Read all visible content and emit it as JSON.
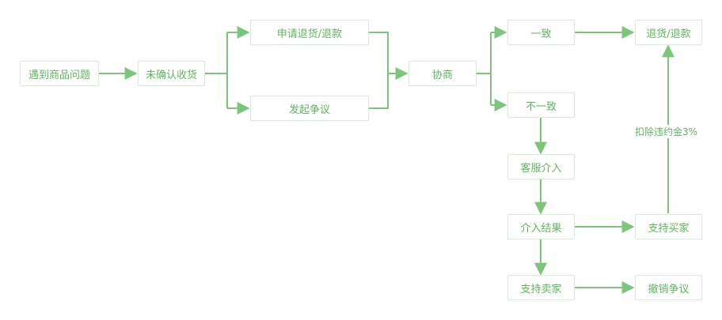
{
  "colors": {
    "line": "#7cc67c",
    "node_border": "#d8eed8",
    "text": "#5cb85c"
  },
  "nodes": {
    "encounter": "遇到商品问题",
    "unconfirmed": "未确认收货",
    "apply_refund": "申请退货/退款",
    "dispute": "发起争议",
    "negotiate": "协商",
    "agree": "一致",
    "disagree": "不一致",
    "refund": "退货/退款",
    "cs_intervene": "客服介入",
    "result": "介入结果",
    "support_buyer": "支持买家",
    "support_seller": "支持卖家",
    "cancel_dispute": "撤销争议"
  },
  "edge_labels": {
    "penalty": "扣除违约金3%"
  }
}
